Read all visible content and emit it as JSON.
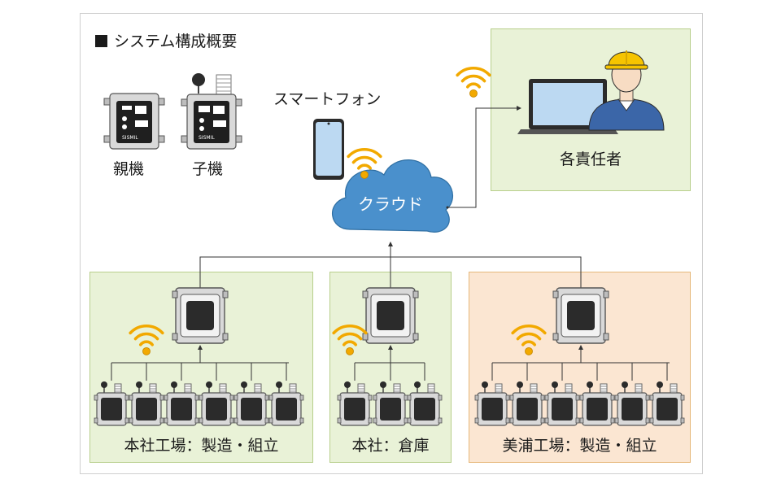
{
  "title": "システム構成概要",
  "devices": {
    "parent": {
      "label": "親機",
      "brand": "SISMIL"
    },
    "child": {
      "label": "子機",
      "brand": "SISMIL"
    }
  },
  "smartphone": {
    "label": "スマートフォン"
  },
  "cloud": {
    "label": "クラウド"
  },
  "manager": {
    "label": "各責任者"
  },
  "sites": [
    {
      "label": "本社工場：製造・組立",
      "sensor_count": 6
    },
    {
      "label": "本社：倉庫",
      "sensor_count": 3
    },
    {
      "label": "美浦工場：製造・組立",
      "sensor_count": 6
    }
  ],
  "colors": {
    "green_panel": "#e9f2d7",
    "orange_panel": "#fbe6d2",
    "cloud": "#4a90cc",
    "wifi": "#f2a900",
    "helmet": "#f6c400",
    "worker_suit": "#3b66a8"
  }
}
